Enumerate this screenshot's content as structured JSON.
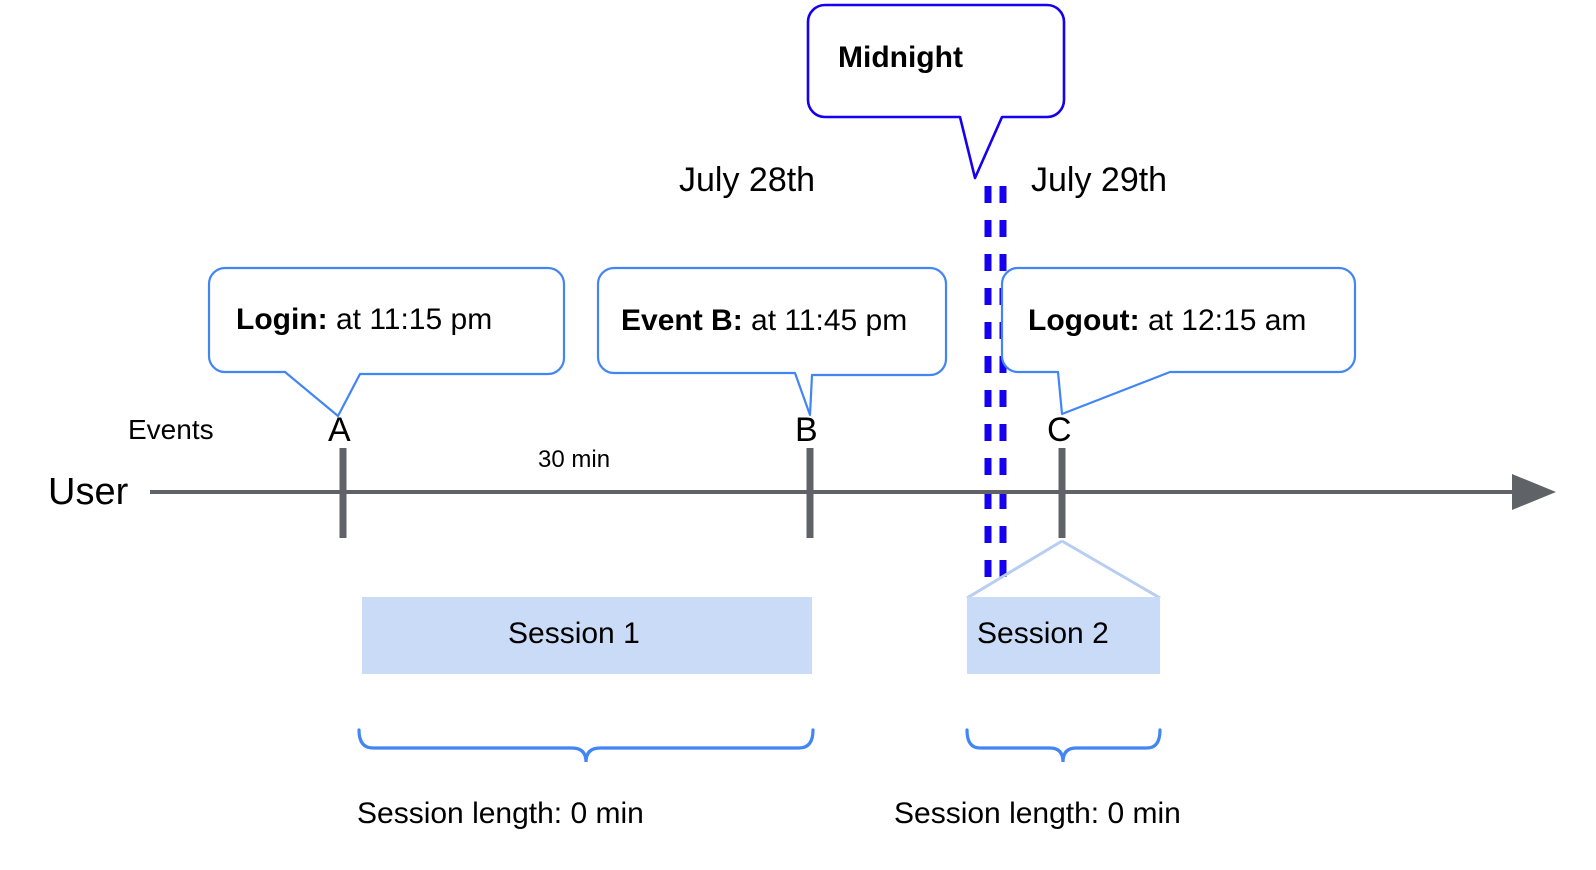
{
  "diagram": {
    "title_callout": {
      "label": "Midnight"
    },
    "dates": [
      {
        "name": "date-left",
        "label": "July 28th"
      },
      {
        "name": "date-right",
        "label": "July 29th"
      }
    ],
    "axis": {
      "row_label": "User",
      "events_label": "Events",
      "duration_label": "30 min"
    },
    "events": [
      {
        "id": "A",
        "tick_label": "A",
        "callout_bold": "Login:",
        "callout_rest": " at 11:15 pm"
      },
      {
        "id": "B",
        "tick_label": "B",
        "callout_bold": "Event B:",
        "callout_rest": " at 11:45 pm"
      },
      {
        "id": "C",
        "tick_label": "C",
        "callout_bold": "Logout:",
        "callout_rest": " at 12:15 am"
      }
    ],
    "sessions": [
      {
        "name": "session-1",
        "label": "Session 1",
        "length_label": "Session length: 0 min"
      },
      {
        "name": "session-2",
        "label": "Session 2",
        "length_label": "Session length: 0 min"
      }
    ],
    "colors": {
      "callout_border": "#4285f4",
      "midnight_border": "#1500f0",
      "midnight_dashed": "#1500f0",
      "session_fill": "#c9dbf7",
      "axis_gray": "#5f6368",
      "brace_blue": "#4285f4",
      "connector_light": "#b7cdf2"
    }
  }
}
